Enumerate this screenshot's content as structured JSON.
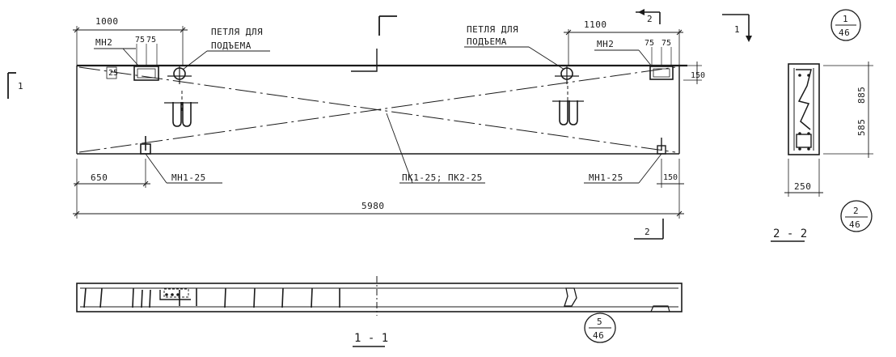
{
  "plan": {
    "dim_total": "5980",
    "dim_left_top": "1000",
    "dim_right_top": "1100",
    "dim_left_bottom": "650",
    "dim_right_bottom": "150",
    "dim_right_side": "150",
    "dim_75_a": "75",
    "dim_75_b": "75",
    "dim_75_c": "75",
    "dim_75_d": "75",
    "mark_mn2_left": "МН2",
    "mark_mn2_right": "МН2",
    "loop_left_l1": "ПЕТЛЯ ДЛЯ",
    "loop_left_l2": "ПОДЪЕМА",
    "loop_right_l1": "ПЕТЛЯ ДЛЯ",
    "loop_right_l2": "ПОДЪЕМА",
    "mark_mn1_left": "МН1-25",
    "mark_mn1_right": "МН1-25",
    "mark_pk": "ПК1-25; ПК2-25",
    "section_mark_1": "1",
    "section_mark_2_top": "2",
    "section_mark_2_bottom": "2"
  },
  "sheet_refs": {
    "top_num": "1",
    "top_den": "46",
    "mid_num": "2",
    "mid_den": "46",
    "bottom_num": "5",
    "bottom_den": "46"
  },
  "cross_section": {
    "dim_width": "250",
    "dim_height_a": "585",
    "dim_height_b": "885",
    "title": "2 - 2"
  },
  "long_section": {
    "title": "1 - 1"
  }
}
